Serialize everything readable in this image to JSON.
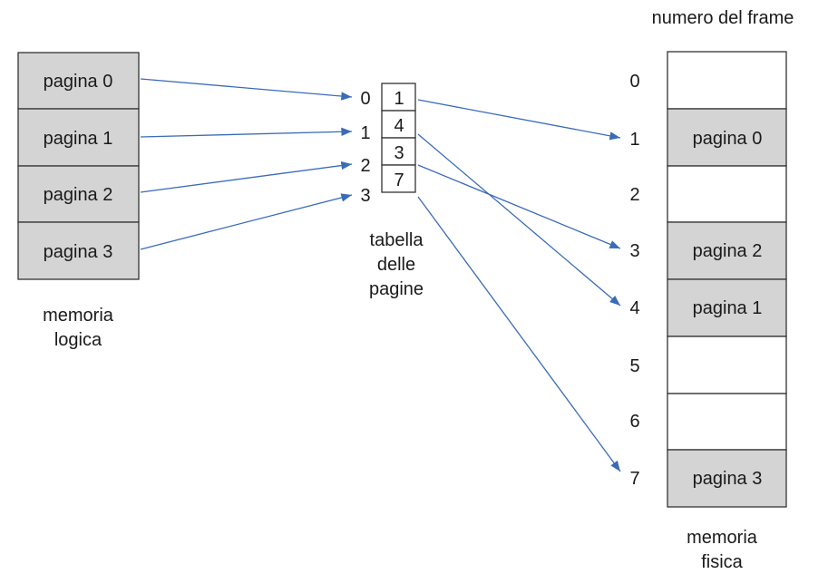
{
  "logical_memory": {
    "label_line1": "memoria",
    "label_line2": "logica",
    "pages": [
      "pagina 0",
      "pagina 1",
      "pagina 2",
      "pagina 3"
    ]
  },
  "page_table": {
    "label_line1": "tabella",
    "label_line2": "delle",
    "label_line3": "pagine",
    "indices": [
      "0",
      "1",
      "2",
      "3"
    ],
    "entries": [
      "1",
      "4",
      "3",
      "7"
    ]
  },
  "physical_memory": {
    "header": "numero del frame",
    "label_line1": "memoria",
    "label_line2": "fisica",
    "frame_numbers": [
      "0",
      "1",
      "2",
      "3",
      "4",
      "5",
      "6",
      "7"
    ],
    "frames": [
      "",
      "pagina 0",
      "",
      "pagina 2",
      "pagina 1",
      "",
      "",
      "pagina 3"
    ]
  },
  "colors": {
    "arrow": "#3a6bb8",
    "page_fill": "#d4d4d4",
    "border": "#333333"
  }
}
